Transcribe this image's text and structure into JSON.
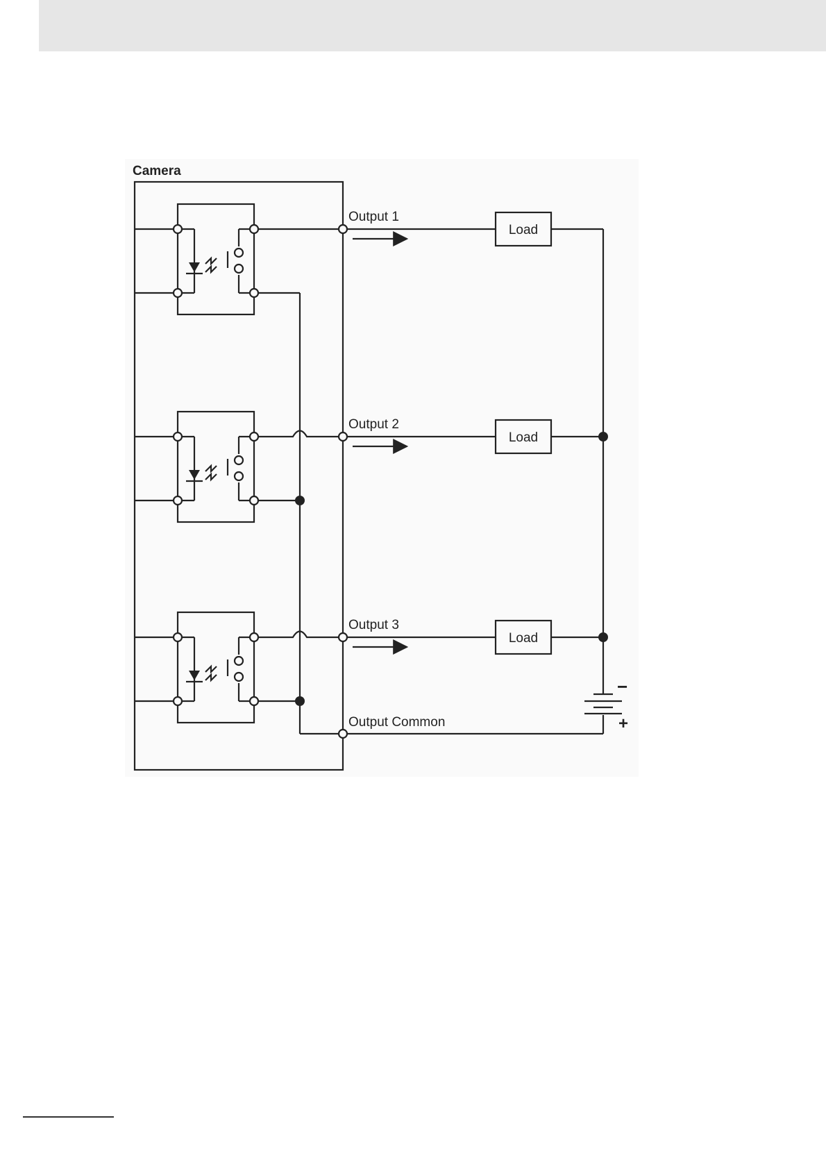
{
  "diagram": {
    "camera_label": "Camera",
    "outputs": [
      {
        "label": "Output 1",
        "load_label": "Load"
      },
      {
        "label": "Output 2",
        "load_label": "Load"
      },
      {
        "label": "Output 3",
        "load_label": "Load"
      }
    ],
    "common_label": "Output Common",
    "battery_minus": "−",
    "battery_plus": "+",
    "line_color": "#222222"
  }
}
